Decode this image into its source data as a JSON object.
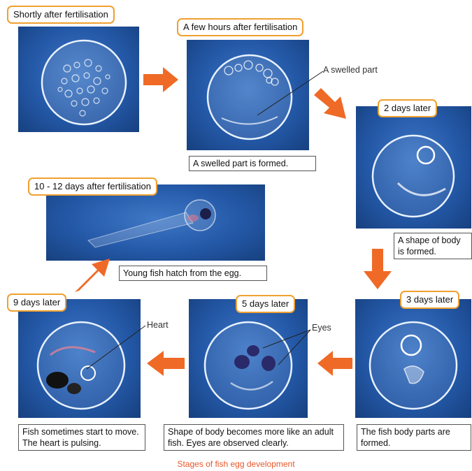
{
  "stages": {
    "s1": {
      "label": "Shortly after fertilisation"
    },
    "s2": {
      "label": "A few hours after fertilisation",
      "caption": "A swelled part is formed.",
      "annotation": "A swelled part"
    },
    "s3": {
      "label": "2 days later",
      "caption": "A shape of body is formed."
    },
    "s4": {
      "label": "3 days later",
      "caption": "The fish body parts are formed."
    },
    "s5": {
      "label": "5 days later",
      "caption": "Shape of body becomes more like an adult fish. Eyes are observed clearly.",
      "annotation": "Eyes"
    },
    "s6": {
      "label": "9 days later",
      "caption": "Fish sometimes start to move. The heart is pulsing.",
      "annotation": "Heart"
    },
    "s7": {
      "label": "10 - 12 days after fertilisation",
      "caption": "Young fish hatch from the egg."
    }
  },
  "footer": "Stages of fish egg development",
  "colors": {
    "arrow": "#ef6a26",
    "label_border": "#f0a030",
    "photo_bg": "#2459a8",
    "footer_text": "#e8562a"
  }
}
